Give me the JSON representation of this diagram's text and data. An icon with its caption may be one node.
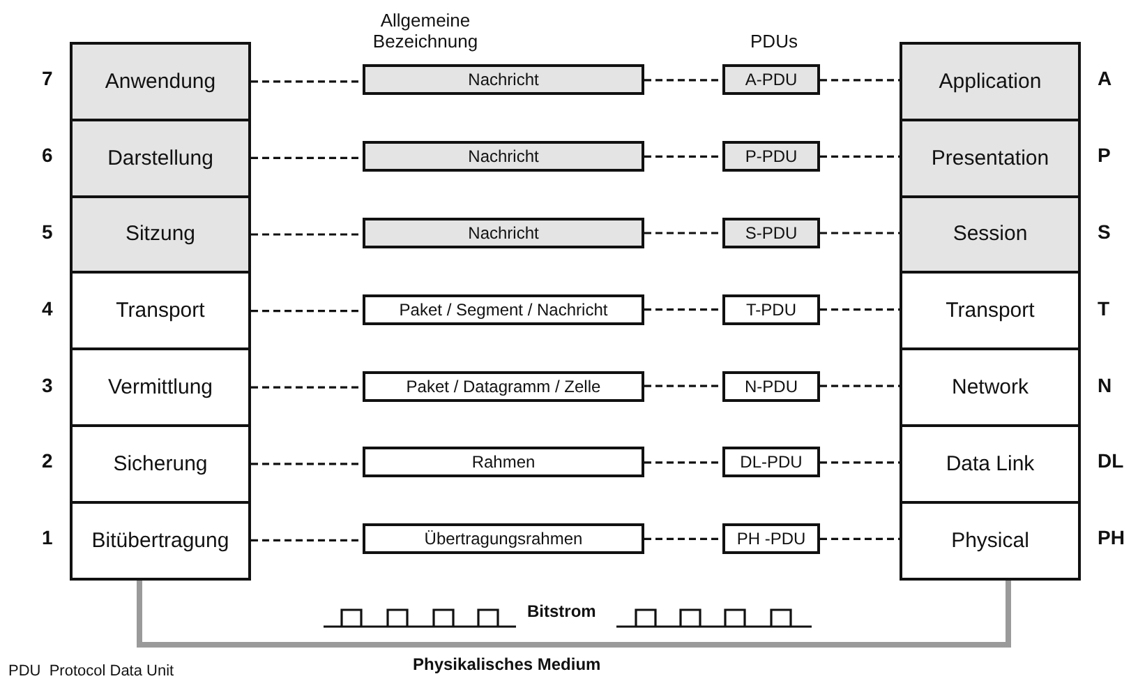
{
  "diagram": {
    "nodes": [
      {
        "text": [
          "Anwendung"
        ],
        "beside": [
          "7"
        ]
      },
      {
        "text": [
          "Nachricht"
        ]
      },
      {
        "text": [
          "A-PDU"
        ]
      },
      {
        "text": [
          "Application"
        ],
        "beside": [
          "A"
        ]
      },
      {
        "text": [
          "Darstellung"
        ],
        "beside": [
          "6"
        ]
      },
      {
        "text": [
          "Nachricht"
        ]
      },
      {
        "text": [
          "P-PDU"
        ]
      },
      {
        "text": [
          "Presentation"
        ],
        "beside": [
          "P"
        ]
      },
      {
        "text": [
          "Sitzung"
        ],
        "beside": [
          "5"
        ]
      },
      {
        "text": [
          "Nachricht"
        ]
      },
      {
        "text": [
          "S-PDU"
        ]
      },
      {
        "text": [
          "Session"
        ],
        "beside": [
          "S"
        ]
      },
      {
        "text": [
          "Transport"
        ],
        "beside": [
          "4"
        ]
      },
      {
        "text": [
          "Paket / Segment / Nachricht"
        ]
      },
      {
        "text": [
          "T-PDU"
        ]
      },
      {
        "text": [
          "Transport"
        ],
        "beside": [
          "T"
        ]
      },
      {
        "text": [
          "Vermittlung"
        ],
        "beside": [
          "3"
        ]
      },
      {
        "text": [
          "Paket / Datagramm / Zelle"
        ]
      },
      {
        "text": [
          "N-PDU"
        ]
      },
      {
        "text": [
          "Network"
        ],
        "beside": [
          "N"
        ]
      },
      {
        "text": [
          "Sicherung"
        ],
        "beside": [
          "2"
        ]
      },
      {
        "text": [
          "Rahmen"
        ]
      },
      {
        "text": [
          "DL-PDU"
        ]
      },
      {
        "text": [
          "Data Link"
        ],
        "beside": [
          "DL"
        ]
      },
      {
        "text": [
          "Bitübertragung"
        ],
        "beside": [
          "1"
        ]
      },
      {
        "text": [
          "Übertragungsrahmen"
        ]
      },
      {
        "text": [
          "PH -PDU"
        ]
      },
      {
        "text": [
          "Physical"
        ],
        "beside": [
          "PH"
        ]
      }
    ],
    "edges": [
      {
        "from": 0,
        "to": 1,
        "arrow": "none",
        "style": "dashed"
      },
      {
        "from": 1,
        "to": 2,
        "arrow": "none",
        "style": "dashed"
      },
      {
        "from": 2,
        "to": 3,
        "arrow": "none",
        "style": "dashed"
      },
      {
        "from": 4,
        "to": 5,
        "arrow": "none",
        "style": "dashed"
      },
      {
        "from": 5,
        "to": 6,
        "arrow": "none",
        "style": "dashed"
      },
      {
        "from": 6,
        "to": 7,
        "arrow": "none",
        "style": "dashed"
      },
      {
        "from": 8,
        "to": 9,
        "arrow": "none",
        "style": "dashed"
      },
      {
        "from": 9,
        "to": 10,
        "arrow": "none",
        "style": "dashed"
      },
      {
        "from": 10,
        "to": 11,
        "arrow": "none",
        "style": "dashed"
      },
      {
        "from": 12,
        "to": 13,
        "arrow": "none",
        "style": "dashed"
      },
      {
        "from": 13,
        "to": 14,
        "arrow": "none",
        "style": "dashed"
      },
      {
        "from": 14,
        "to": 15,
        "arrow": "none",
        "style": "dashed"
      },
      {
        "from": 16,
        "to": 17,
        "arrow": "none",
        "style": "dashed"
      },
      {
        "from": 17,
        "to": 18,
        "arrow": "none",
        "style": "dashed"
      },
      {
        "from": 18,
        "to": 19,
        "arrow": "none",
        "style": "dashed"
      },
      {
        "from": 20,
        "to": 21,
        "arrow": "none",
        "style": "dashed"
      },
      {
        "from": 21,
        "to": 22,
        "arrow": "none",
        "style": "dashed"
      },
      {
        "from": 22,
        "to": 23,
        "arrow": "none",
        "style": "dashed"
      },
      {
        "from": 24,
        "to": 25,
        "arrow": "none",
        "style": "dashed"
      },
      {
        "from": 25,
        "to": 26,
        "arrow": "none",
        "style": "dashed"
      },
      {
        "from": 26,
        "to": 27,
        "arrow": "none",
        "style": "dashed"
      },
      {
        "from": 24,
        "to": 27,
        "arrow": "none",
        "style": "thick",
        "color": "#9a9a9a"
      }
    ],
    "labels": [
      "Allgemeine Bezeichnung",
      "PDUs",
      "Bitstrom",
      "PDU  Protocol Data Unit",
      "Physikalisches Medium"
    ]
  }
}
